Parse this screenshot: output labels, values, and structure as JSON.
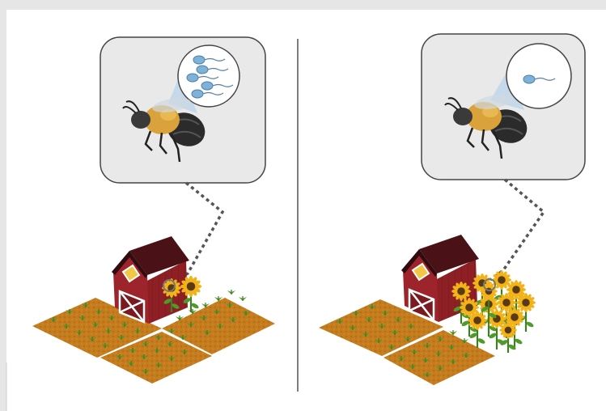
{
  "figure": {
    "panels": [
      {
        "id": "left",
        "sperm_count": 5,
        "sunflower_count": 2
      },
      {
        "id": "right",
        "sperm_count": 1,
        "sunflower_count": 13
      }
    ],
    "colors": {
      "background": "#e6e6e6",
      "panel": "#ffffff",
      "divider": "#555555",
      "inset_box": "#e9e9e9",
      "barn_red": "#8e1f24",
      "barn_roof": "#4a1216",
      "field_soil": "#c47c1d",
      "crop_green": "#4f9a2a",
      "sunflower_petal": "#f2b318",
      "sunflower_center": "#5a3a12",
      "bee_fur": "#d9a23a",
      "bee_dark": "#2b2b2b",
      "sperm_blue": "#7fb2d8",
      "zoom_cone": "#b8d3ea"
    },
    "icons": [
      "bee-icon",
      "sperm-cell-icon",
      "barn-icon",
      "sunflower-icon",
      "crop-field-icon",
      "magnifier-circle-icon"
    ]
  }
}
